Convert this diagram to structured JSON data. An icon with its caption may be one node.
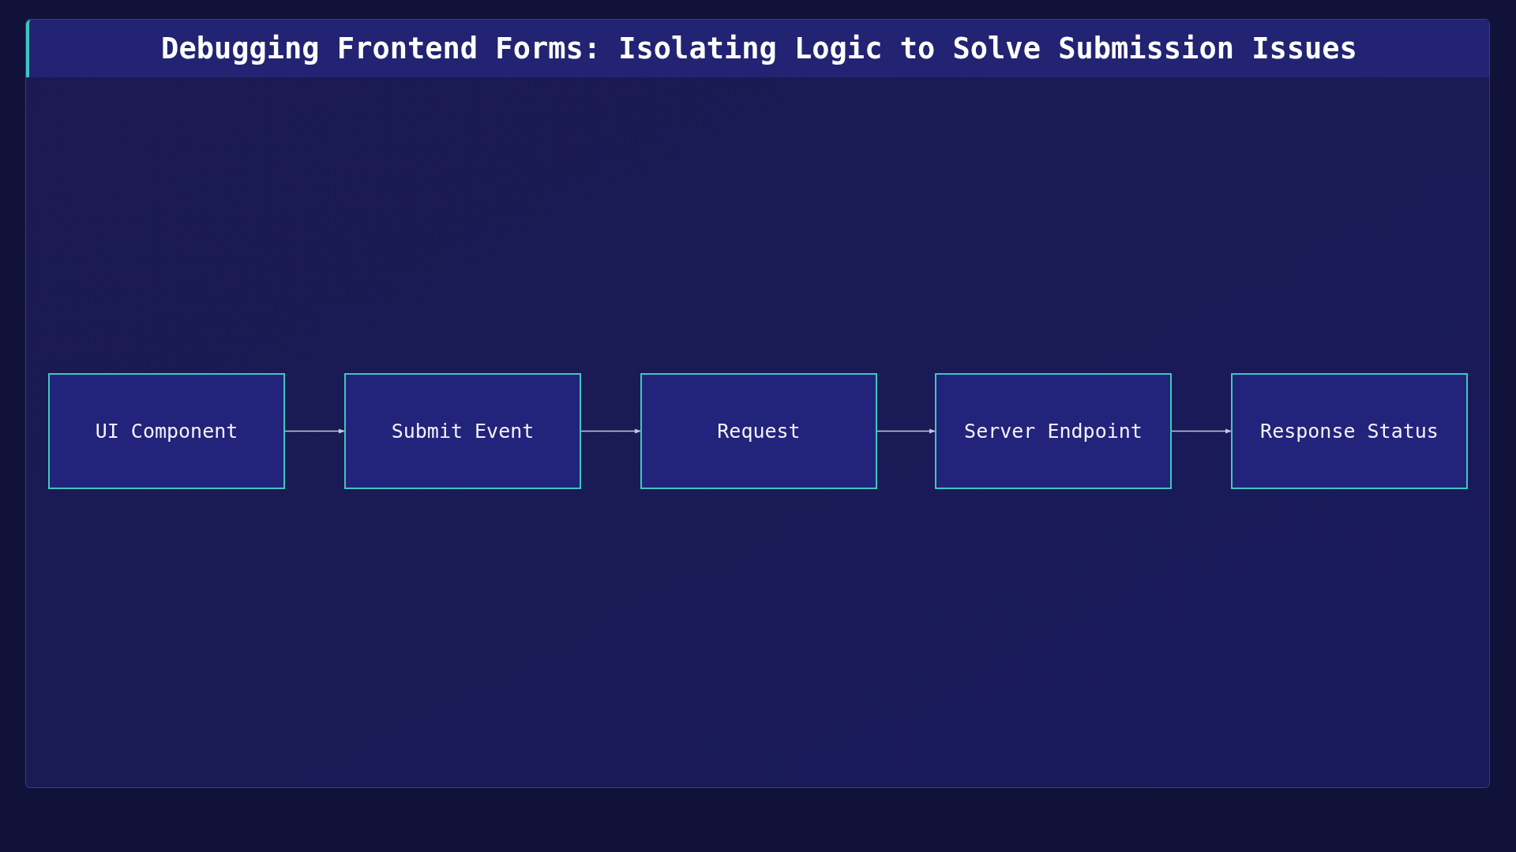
{
  "diagram": {
    "title": "Debugging Frontend Forms: Isolating Logic to Solve Submission Issues",
    "nodes": [
      {
        "text": [
          "UI Component"
        ]
      },
      {
        "text": [
          "Submit Event"
        ]
      },
      {
        "text": [
          "Request"
        ]
      },
      {
        "text": [
          "Server Endpoint"
        ]
      },
      {
        "text": [
          "Response Status"
        ]
      }
    ],
    "edges": [
      {
        "from": 0,
        "to": 1,
        "arrow": "to"
      },
      {
        "from": 1,
        "to": 2,
        "arrow": "to"
      },
      {
        "from": 2,
        "to": 3,
        "arrow": "to"
      },
      {
        "from": 3,
        "to": 4,
        "arrow": "to"
      }
    ]
  }
}
